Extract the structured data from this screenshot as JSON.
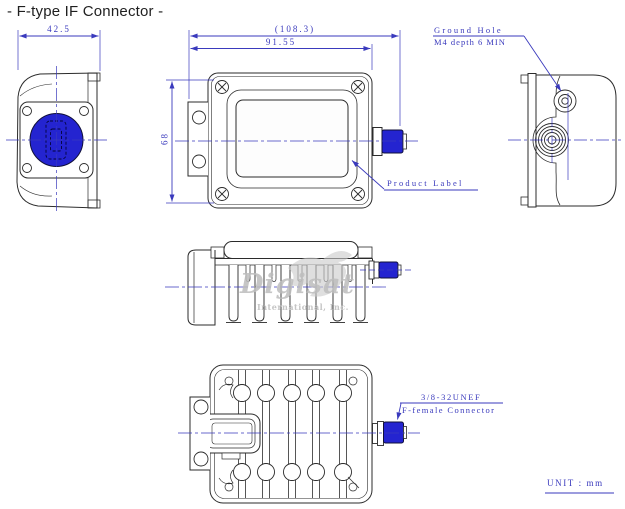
{
  "title": "- F-type IF Connector -",
  "unit_label": "UNIT : mm",
  "dimensions": {
    "left_view_width": "42.5",
    "overall_length": "(108.3)",
    "body_length": "91.55",
    "body_height": "68"
  },
  "annotations": {
    "ground_hole": {
      "line1": "Ground Hole",
      "line2": "M4 depth 6 MIN"
    },
    "product_label": "Product Label",
    "connector_spec": {
      "line1": "3/8-32UNEF",
      "line2": "F-female Connector"
    }
  },
  "watermark": {
    "name": "Digisat",
    "subtitle": "International, Inc."
  },
  "colors": {
    "connector_fill": "#2424d0",
    "annotation_blue": "#3a3abd",
    "line_dark": "#2b2b2b",
    "watermark_gray": "#bfbfbf"
  }
}
